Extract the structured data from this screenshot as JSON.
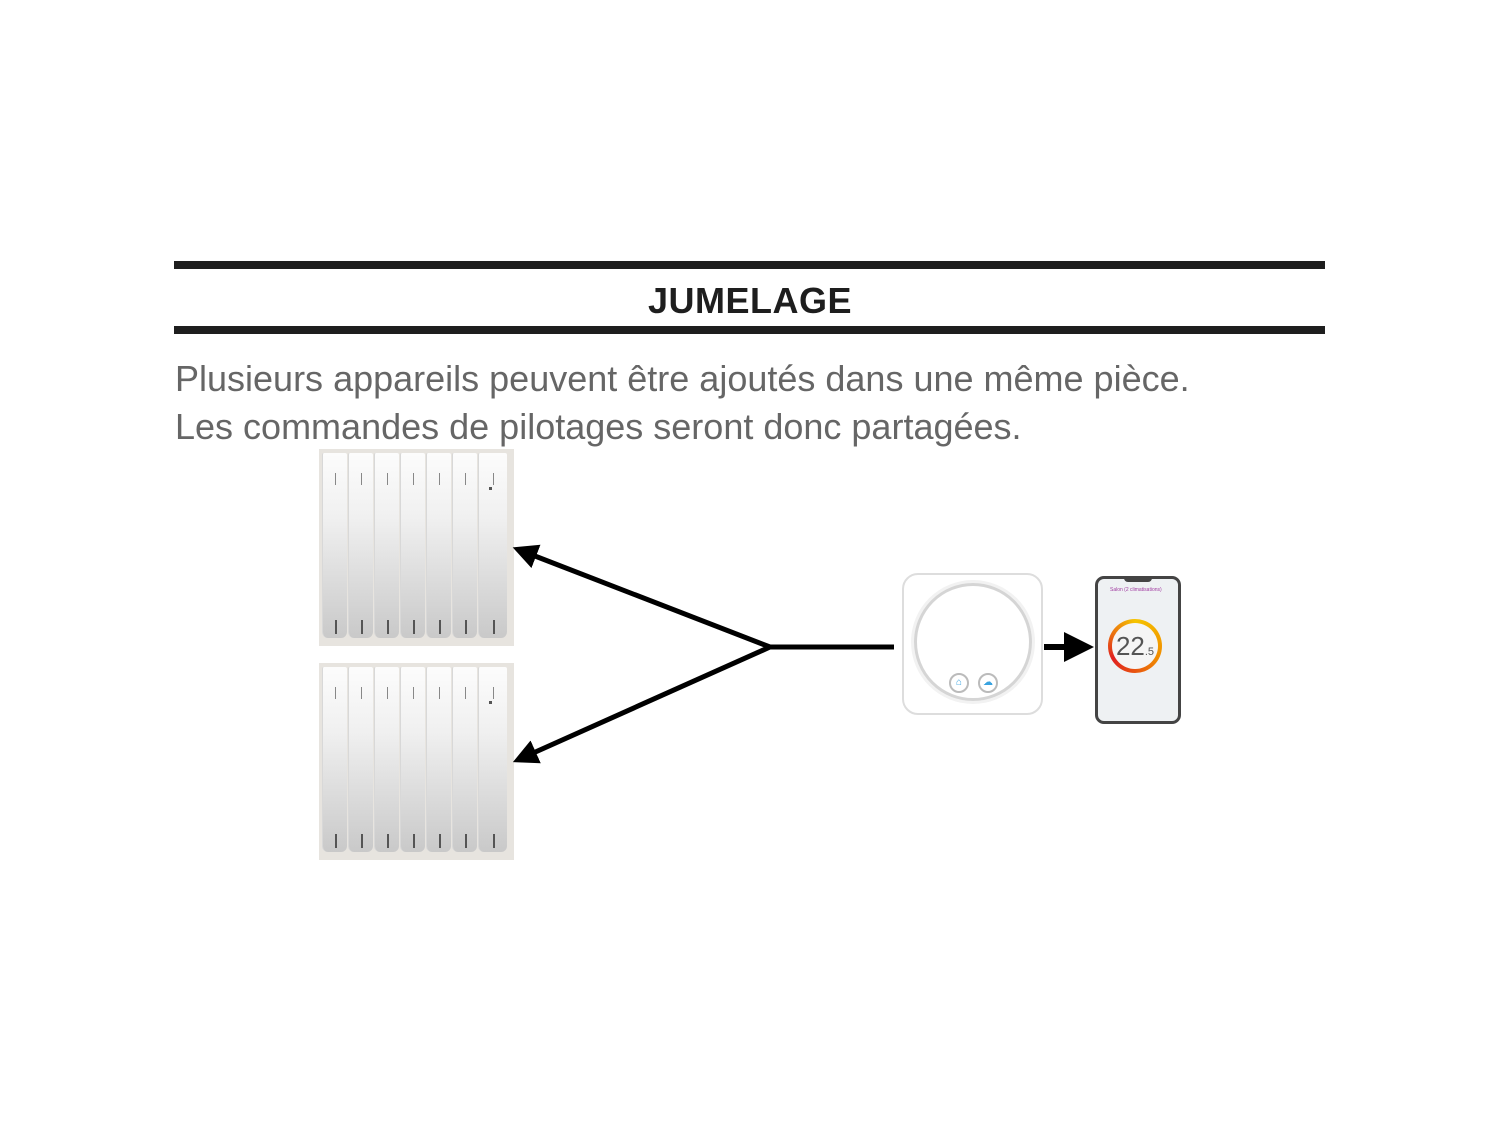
{
  "title": "JUMELAGE",
  "description": [
    "Plusieurs appareils peuvent être ajoutés dans une même pièce.",
    "Les commandes de pilotages seront donc partagées."
  ],
  "phone": {
    "room": "Salon (2 climatisations)",
    "temp_int": "22",
    "temp_dec": ".5"
  },
  "colors": {
    "rule": "#1e1e1e",
    "text": "#666666"
  }
}
